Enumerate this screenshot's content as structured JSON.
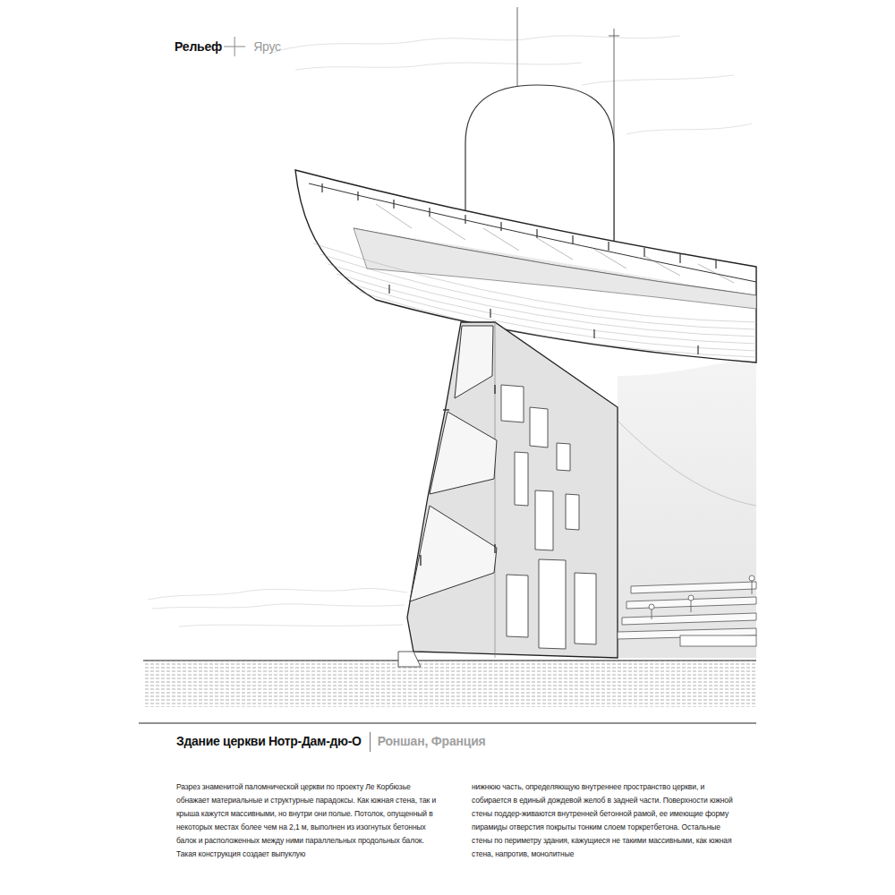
{
  "diagram": {
    "title": "Здание церкви Нотр-Дам-дю-О",
    "labels": [
      "Рельеф",
      "Ярус",
      "Роншан, Франция",
      "Разрез знаменитой паломнической церкви по проекту Ле Корбюзье обнажает материальные и структурные парадоксы. Как южная стена, так и крыша кажутся массивными, но внутри они полые. Потолок, опущенный в некоторых местах более чем на 2,1 м, выполнен из изогнутых бетонных балок и расположенных между ними параллельных продольных балок. Такая конструкция создает выпуклую",
      "нижнюю часть, определяющую внутреннее пространство церкви, и собирается в единый дождевой желоб в задней части. Поверхности южной стены поддер-живаются внутренней бетонной рамой, ее имеющие форму пирамиды отверстия покрыты тонким слоем торкретбетона. Остальные стены по периметру здания, кажущиеся не такими массивными, как южная стена, напротив, монолитные"
    ]
  }
}
